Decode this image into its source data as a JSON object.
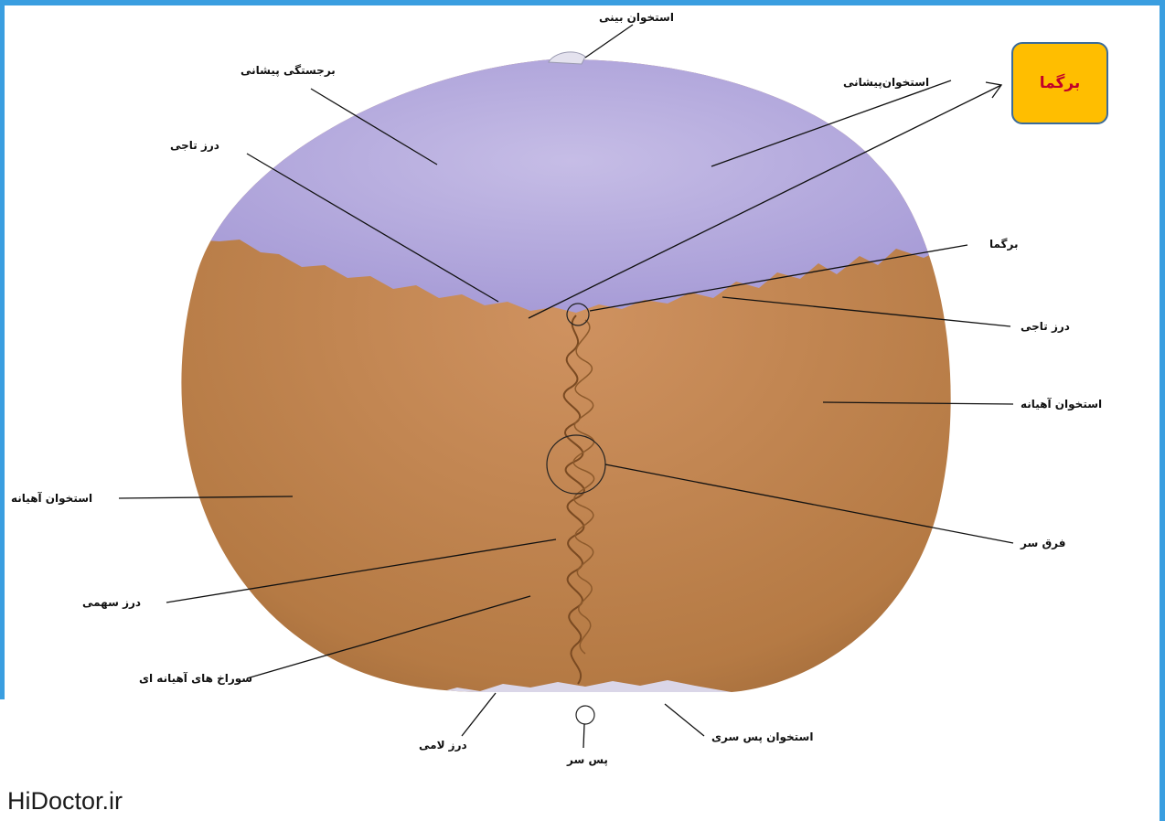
{
  "colors": {
    "frame": "#3a9ee0",
    "frontal_bone": "#b9aee0",
    "parietal_bone": "#c0824e",
    "occipital_bone": "#d8d4e6",
    "callout_fill": "#ffbe00",
    "callout_border": "#3a6b9a",
    "callout_text": "#c2002a"
  },
  "callout": {
    "label": "برگما"
  },
  "labels": {
    "nasal_bone": "استخوان بینی",
    "frontal_eminence": "برجستگی پیشانی",
    "frontal_bone": "استخوان‌پیشانی",
    "coronal_suture_left": "درز تاجی",
    "bregma": "برگما",
    "coronal_suture_right": "درز تاجی",
    "parietal_bone_right": "استخوان آهیانه",
    "parietal_bone_left": "استخوان آهیانه",
    "vertex": "فرق سر",
    "sagittal_suture": "درز سهمی",
    "parietal_foramina": "سوراخ های آهیانه ای",
    "lambdoid_suture": "درز لامی",
    "occipital_bone": "استخوان پس سری",
    "lambda": "پس سر"
  },
  "watermark": "HiDoctor.ir"
}
